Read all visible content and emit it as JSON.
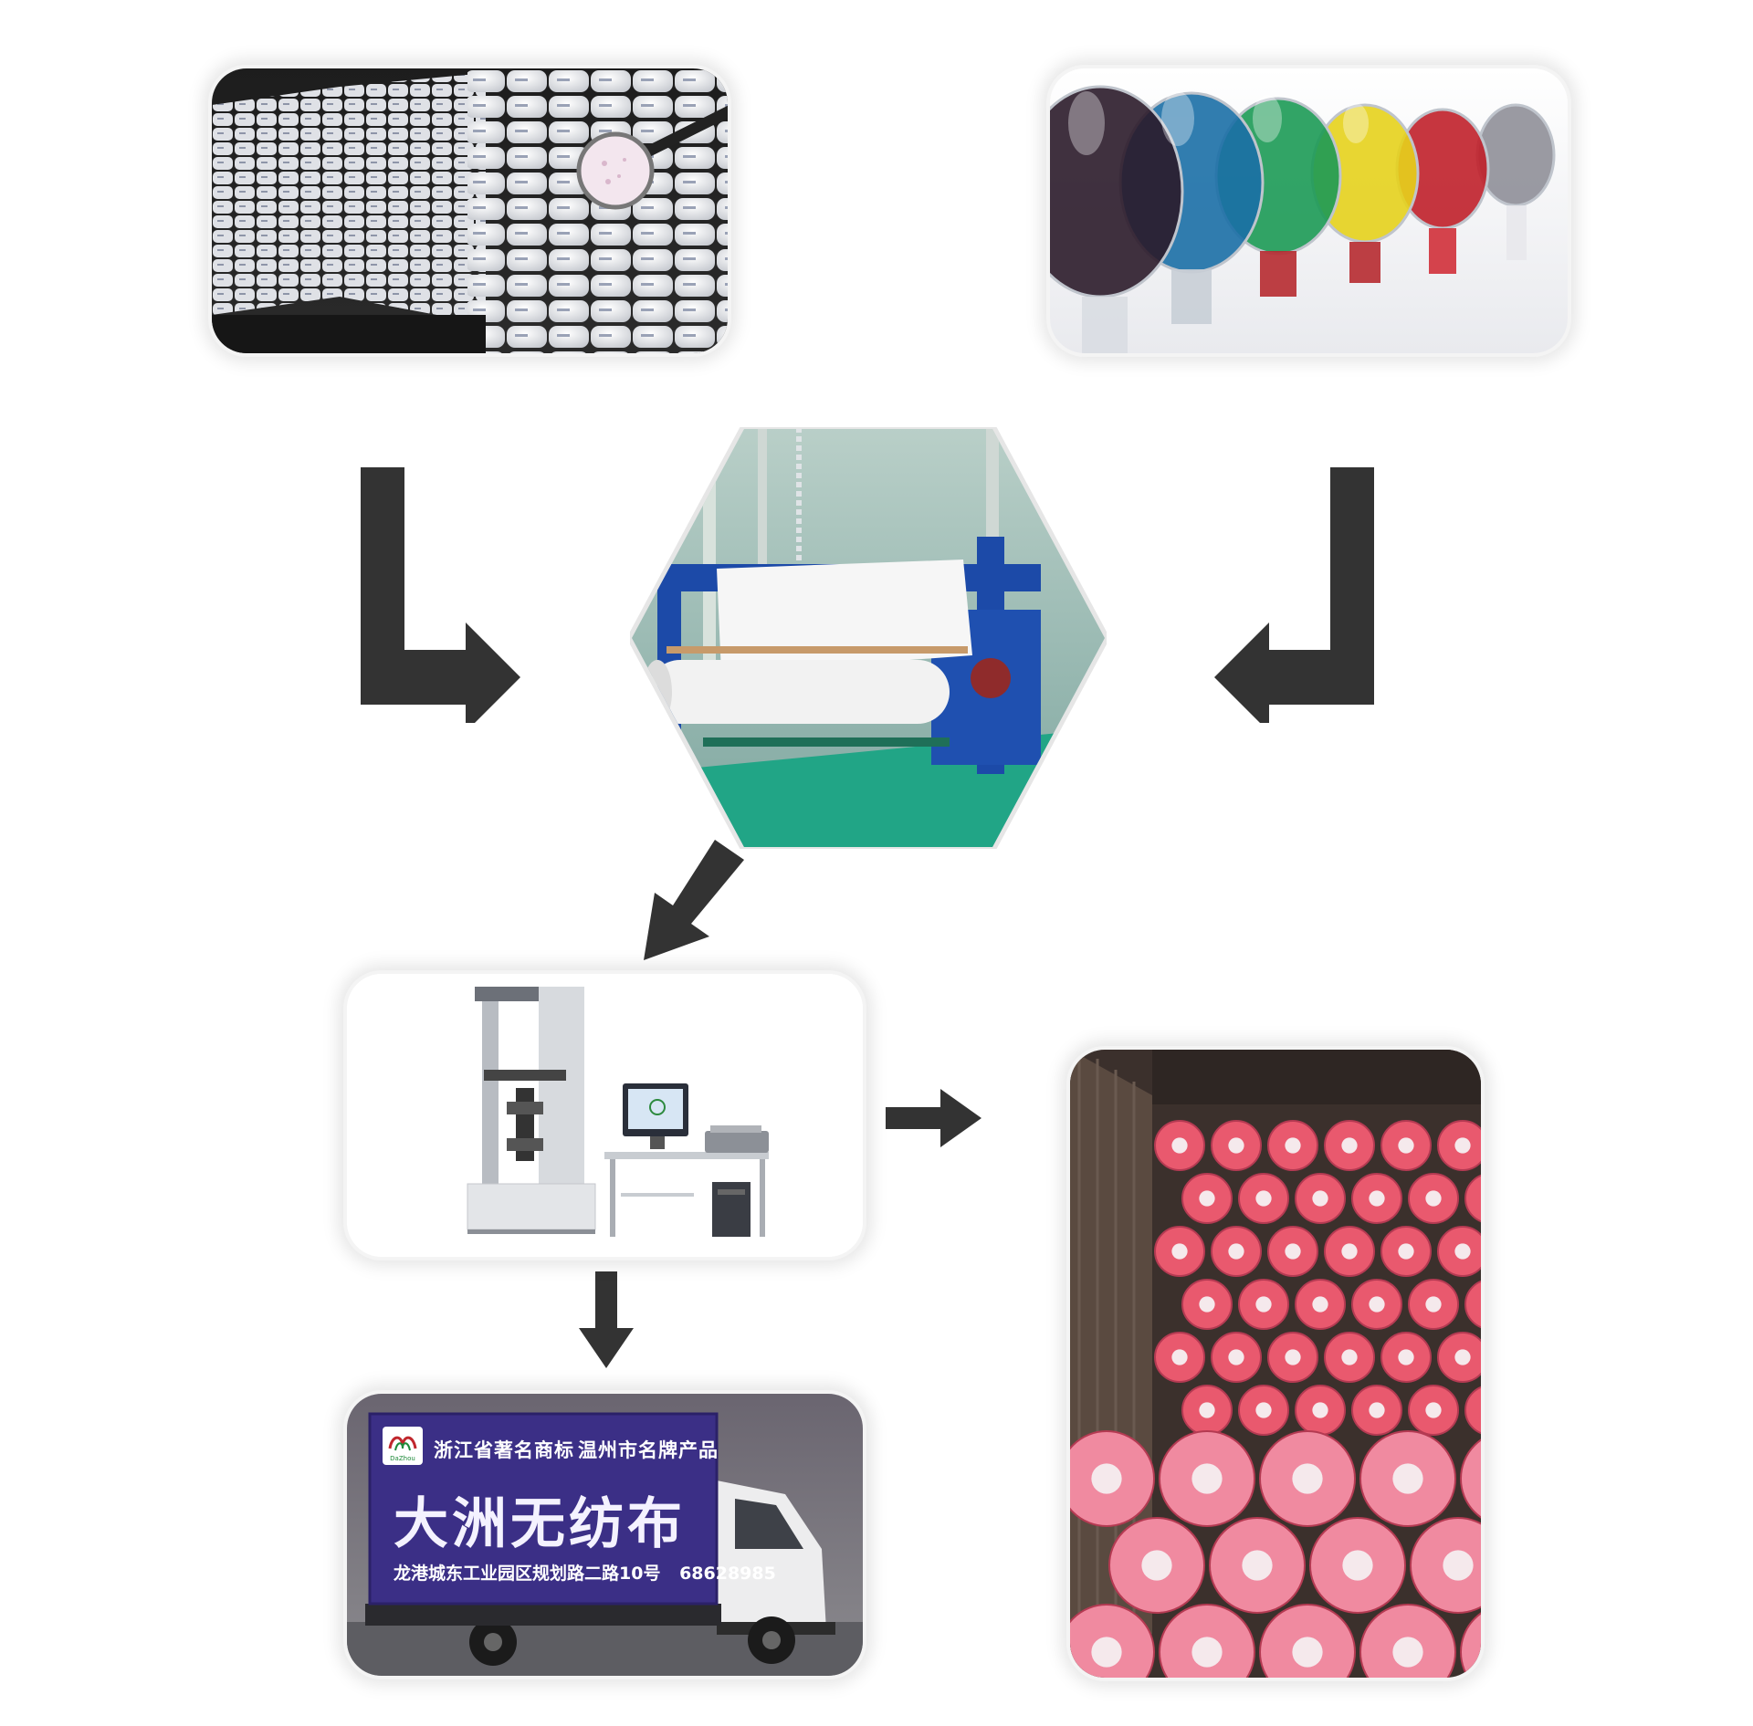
{
  "title": "",
  "colors": {
    "arrow": "#333333",
    "truck_panel": "#3b2f86",
    "truck_text": "#ffffff",
    "fabric_roll_pink": "#e9596e",
    "machine_blue": "#1c4aa8"
  },
  "nodes": [
    {
      "id": "raw-material-bags",
      "kind": "photo",
      "subject": "stacked polypropylene raw material bags with magnifier"
    },
    {
      "id": "color-masterbatch",
      "kind": "photo",
      "subject": "colored plastic pellets in glass flasks"
    },
    {
      "id": "nonwoven-machine",
      "kind": "photo",
      "subject": "non-woven fabric production machine"
    },
    {
      "id": "tensile-tester",
      "kind": "photo",
      "subject": "tensile testing machine with computer"
    },
    {
      "id": "delivery-truck",
      "kind": "photo",
      "subject": "company delivery truck"
    },
    {
      "id": "fabric-rolls",
      "kind": "photo",
      "subject": "pink non-woven fabric rolls loaded in container"
    }
  ],
  "edges": [
    {
      "from": "raw-material-bags",
      "to": "nonwoven-machine"
    },
    {
      "from": "color-masterbatch",
      "to": "nonwoven-machine"
    },
    {
      "from": "nonwoven-machine",
      "to": "tensile-tester"
    },
    {
      "from": "tensile-tester",
      "to": "fabric-rolls"
    },
    {
      "from": "tensile-tester",
      "to": "delivery-truck"
    }
  ],
  "truck": {
    "logo_text": "DaZhou",
    "slogan_left": "浙江省著名商标",
    "slogan_right": "温州市名牌产品",
    "brand_name": "大洲无纺布",
    "address": "龙港城东工业园区规划路二路10号",
    "phone": "68628985"
  }
}
